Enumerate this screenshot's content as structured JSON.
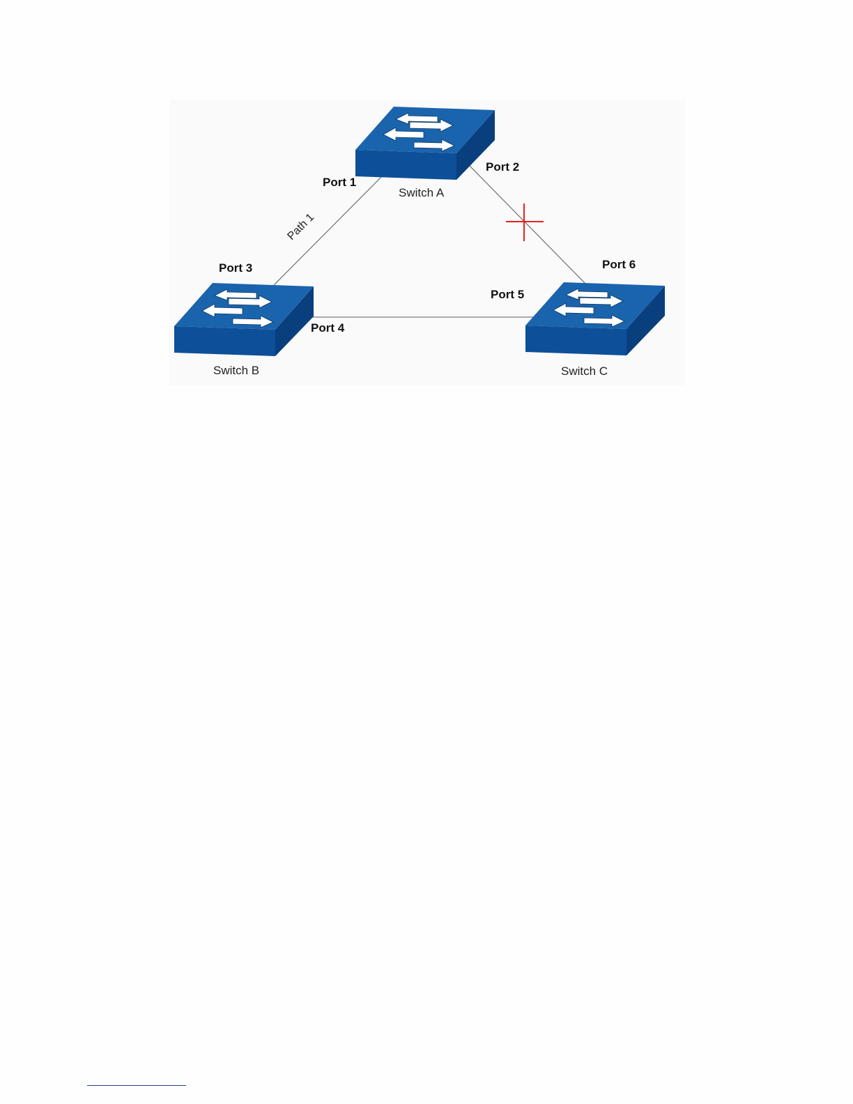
{
  "switches": [
    {
      "id": "a",
      "name": "Switch A"
    },
    {
      "id": "b",
      "name": "Switch B"
    },
    {
      "id": "c",
      "name": "Switch C"
    }
  ],
  "ports": {
    "port1": "Port 1",
    "port2": "Port 2",
    "port3": "Port 3",
    "port4": "Port 4",
    "port5": "Port 5",
    "port6": "Port 6"
  },
  "links": [
    {
      "from": "Switch A",
      "to": "Switch B",
      "label": "Path 1",
      "blocked": false
    },
    {
      "from": "Switch A",
      "to": "Switch C",
      "label": "",
      "blocked": true
    },
    {
      "from": "Switch B",
      "to": "Switch C",
      "label": "",
      "blocked": false
    }
  ],
  "colors": {
    "switch_top": "#1a64ae",
    "switch_front": "#0d4f99",
    "switch_side": "#093f7d",
    "arrow": "#ffffff",
    "link": "#7a7a7a",
    "block_mark": "#e8201d"
  },
  "icons": {
    "switch": "network-switch-icon",
    "block": "blocked-link-cross-icon"
  }
}
